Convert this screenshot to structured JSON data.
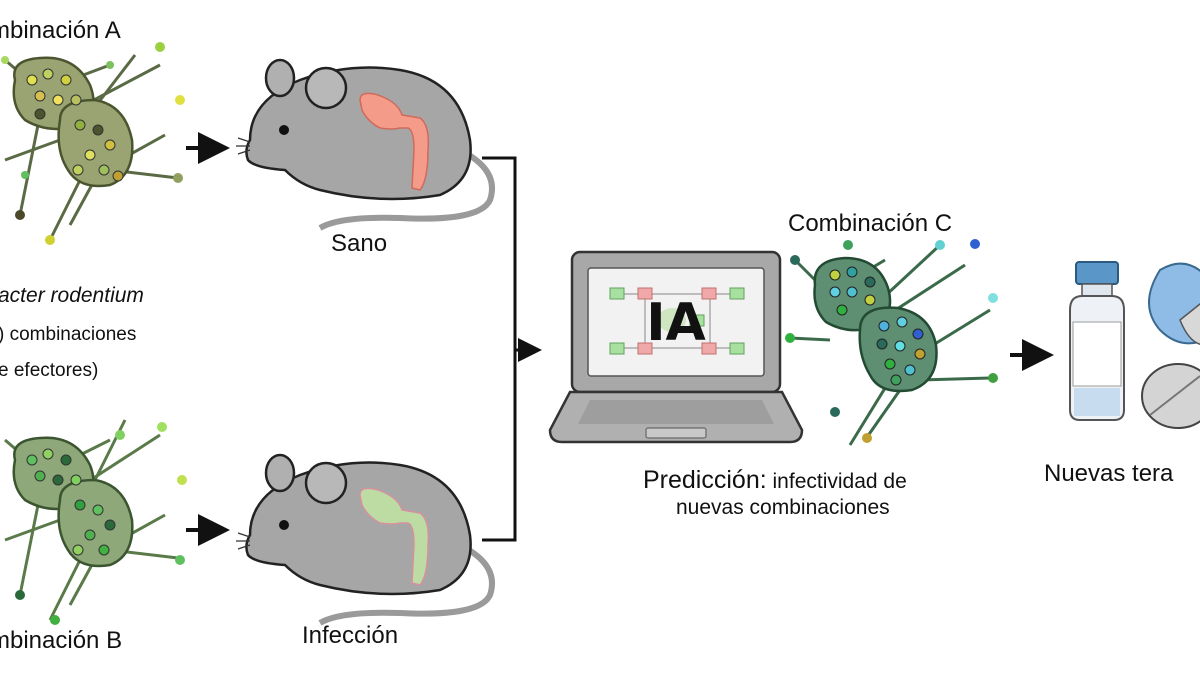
{
  "labels": {
    "combination_a": "mbinación A",
    "combination_b": "mbinación B",
    "combination_c": "Combinación C",
    "healthy": "Sano",
    "infection": "Infección",
    "species": "acter rodentium",
    "combos_line": ") combinaciones",
    "effectors_line": "e efectores)",
    "prediction_bold": "Predicción:",
    "prediction_rest": "infectividad de",
    "prediction_line2": "nuevas combinaciones",
    "new_therapies": "Nuevas tera",
    "ai_label": "IA"
  },
  "colors": {
    "bacteria_ab": "#8a9a6a",
    "bacteria_c": "#5f8a6e",
    "mouse": "#a3a3a3",
    "gut_healthy": "#f39a8a",
    "gut_infected": "#b8d8a0",
    "arrow": "#111111",
    "laptop": "#9a9a9a",
    "vial_cap": "#4a8ec4",
    "pill": "#8ab8e0"
  },
  "icons": [
    "bacteria-icon",
    "mouse-icon",
    "laptop-icon",
    "vial-icon",
    "pill-icon",
    "tablet-icon"
  ]
}
